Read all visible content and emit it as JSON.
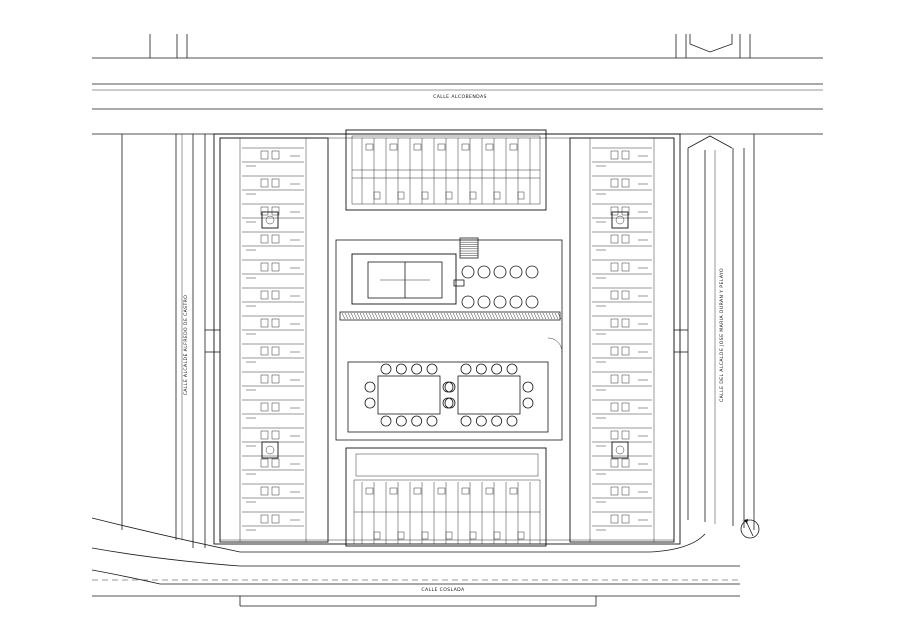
{
  "streets": {
    "north": "CALLE  ALCOBENDAS",
    "south": "CALLE  COSLADA",
    "west": "CALLE  ALCALDE  ALFREDO  DE  CASTRO",
    "east": "CALLE  DEL  ALCALDE  JOSE  MARIA  DURAN  Y  PELAYO"
  },
  "symbols": {
    "north_arrow": "north-arrow-icon"
  }
}
